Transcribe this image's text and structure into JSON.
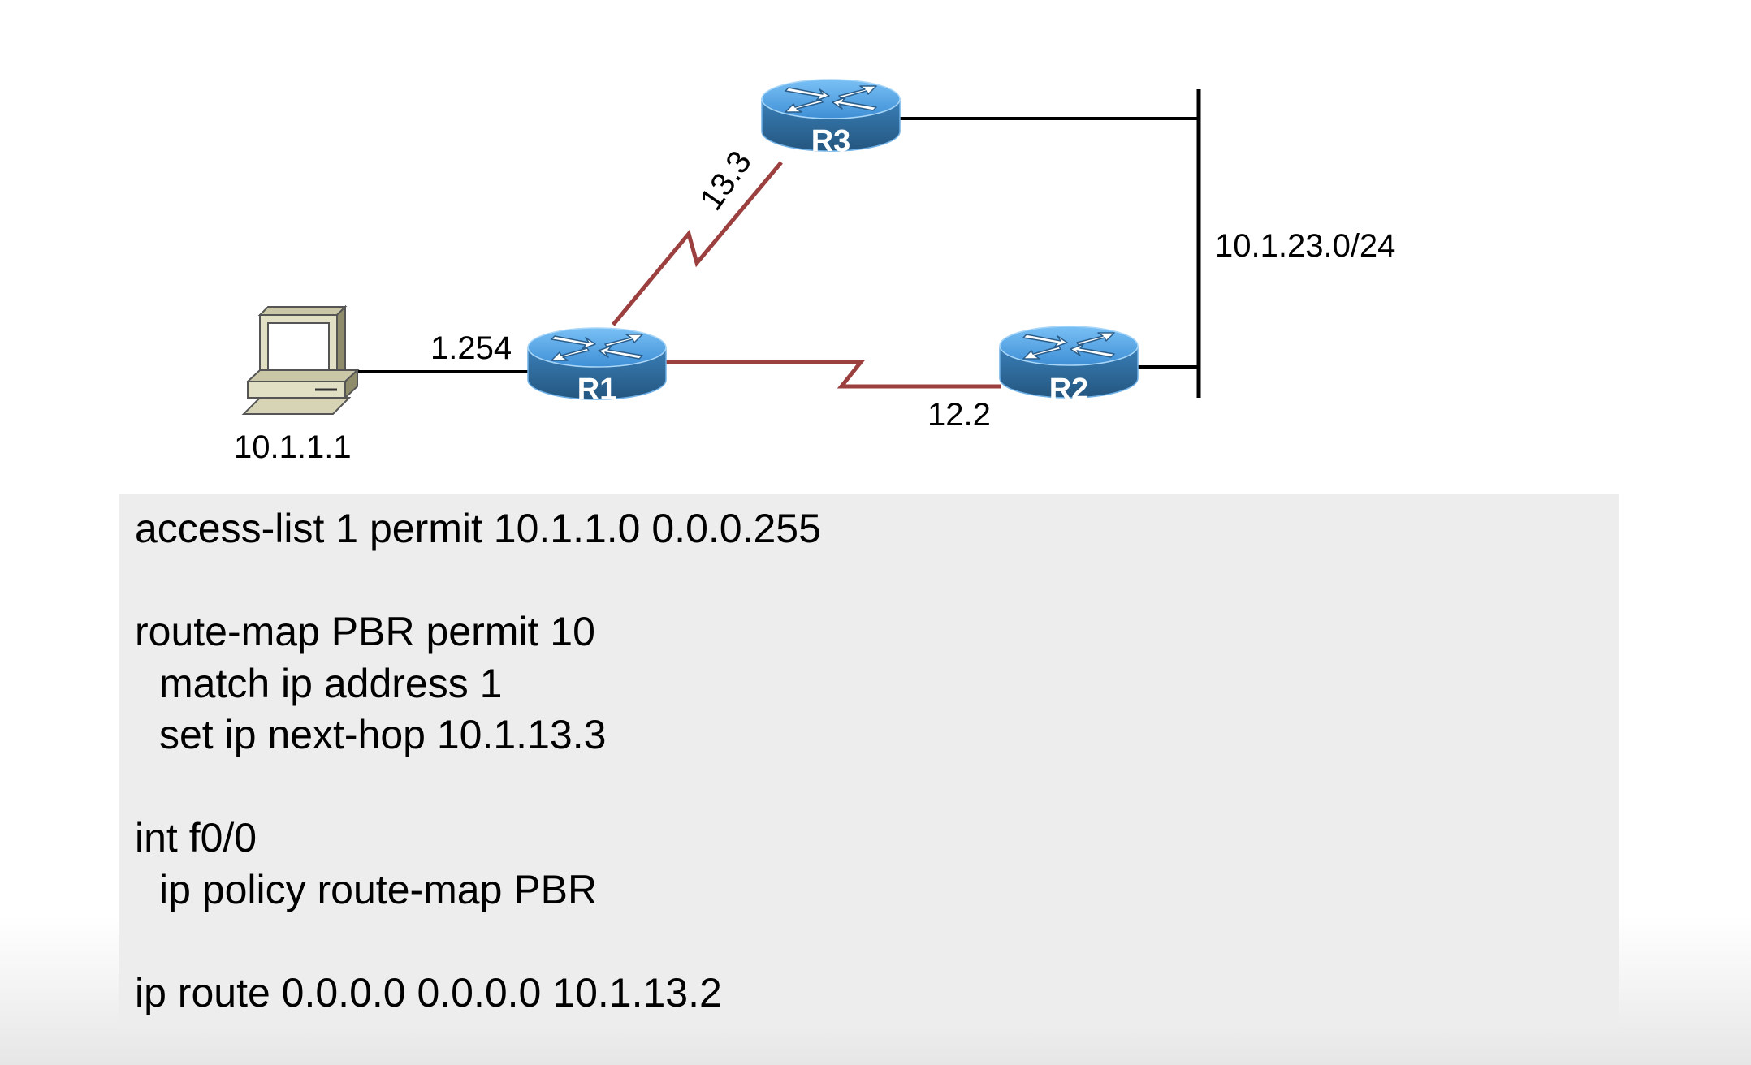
{
  "diagram": {
    "routers": {
      "r1": {
        "label": "R1"
      },
      "r2": {
        "label": "R2"
      },
      "r3": {
        "label": "R3"
      }
    },
    "labels": {
      "host_ip": "10.1.1.1",
      "r1_lan_ip": "1.254",
      "r3_serial_ip": "13.3",
      "r2_serial_ip": "12.2",
      "lan_subnet": "10.1.23.0/24"
    },
    "colors": {
      "serial_link": "#9b3f3f",
      "ethernet_link": "#000000",
      "router_top": "#5aa7e8",
      "router_body": "#2f6b9e"
    }
  },
  "config": {
    "lines": [
      "access-list 1 permit 10.1.1.0 0.0.0.255",
      "",
      "route-map PBR permit 10",
      "match ip address 1",
      "set ip next-hop 10.1.13.3",
      "",
      "int f0/0",
      "ip policy route-map PBR",
      "",
      "ip route 0.0.0.0 0.0.0.0 10.1.13.2"
    ]
  }
}
